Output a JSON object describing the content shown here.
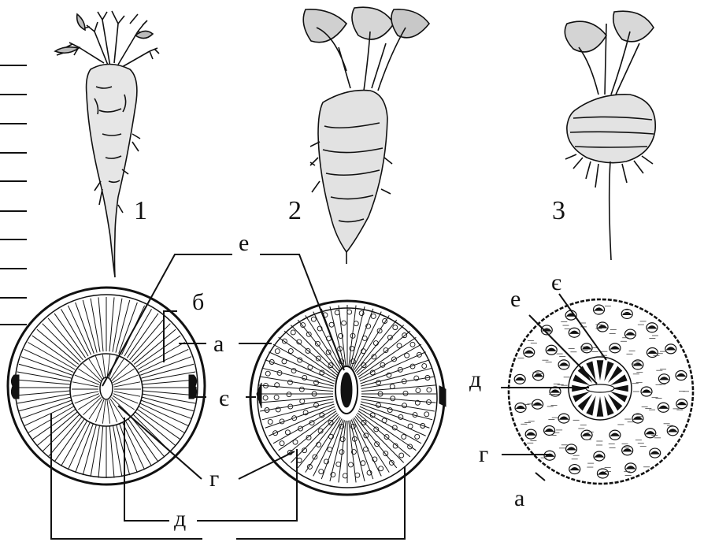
{
  "colors": {
    "ink": "#111111",
    "paper": "#ffffff",
    "shade": "#8a8a8a"
  },
  "root_numbers": [
    "1",
    "2",
    "3"
  ],
  "labels": {
    "e_top": "е",
    "b_left": "б",
    "a_mid": "а",
    "ye_mid": "є",
    "g_mid": "г",
    "d_bottom": "д",
    "ye_right": "є",
    "e_right": "е",
    "d_right": "д",
    "g_right": "г",
    "a_right": "а"
  },
  "icons": {
    "carrot": "carrot-root-drawing",
    "sugar_beet": "sugar-beet-root-drawing",
    "beet": "table-beet-root-drawing",
    "carrot_section": "carrot-cross-section",
    "sugar_beet_section": "sugar-beet-cross-section",
    "beet_section": "beet-cross-section"
  }
}
